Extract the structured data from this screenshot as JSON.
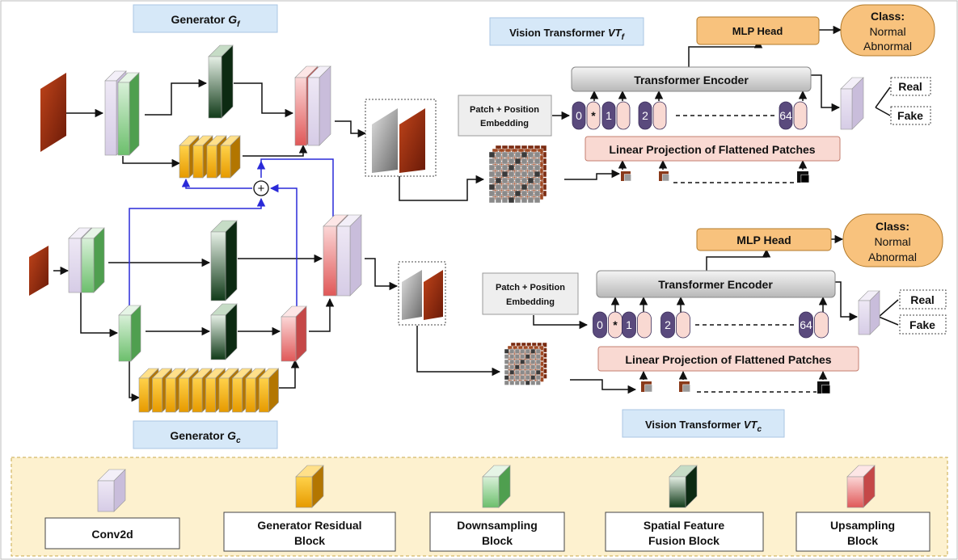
{
  "gen_f": {
    "prefix": "Generator ",
    "sym": "G",
    "sub": "f"
  },
  "gen_c": {
    "prefix": "Generator ",
    "sym": "G",
    "sub": "c"
  },
  "vt_f": {
    "prefix": "Vision Transformer ",
    "sym": "VT",
    "sub": "f"
  },
  "vt_c": {
    "prefix": "Vision Transformer ",
    "sym": "VT",
    "sub": "c"
  },
  "encoder": "Transformer Encoder",
  "mlp": "MLP Head",
  "linproj": "Linear Projection of Flattened Patches",
  "embed": [
    "Patch + Position",
    "Embedding"
  ],
  "cls": {
    "title": "Class:",
    "l1": "Normal",
    "l2": "Abnormal"
  },
  "out": {
    "real": "Real",
    "fake": "Fake"
  },
  "tokens": [
    "0",
    "1",
    "2",
    "64"
  ],
  "cls_token": "*",
  "legend": {
    "conv": "Conv2d",
    "res": [
      "Generator Residual",
      "Block"
    ],
    "down": [
      "Downsampling",
      "Block"
    ],
    "fusion": [
      "Spatial Feature",
      "Fusion Block"
    ],
    "up": [
      "Upsampling",
      "Block"
    ]
  },
  "colors": {
    "conv": "#e4dcee",
    "res": "#f7b500",
    "down": "#9fd59f",
    "fusion": "#1e5a28",
    "up": "#f08b8b",
    "encoder": "#cfcfcf",
    "mlp": "#f8c27d",
    "token": "#5a4a7d",
    "token_light": "#f9d9d2",
    "linproj": "#f9d9d2",
    "gen_label": "#d6e8f8",
    "legend_bg": "#fdf1cf",
    "fusion_conn": "#2a2ad8"
  }
}
